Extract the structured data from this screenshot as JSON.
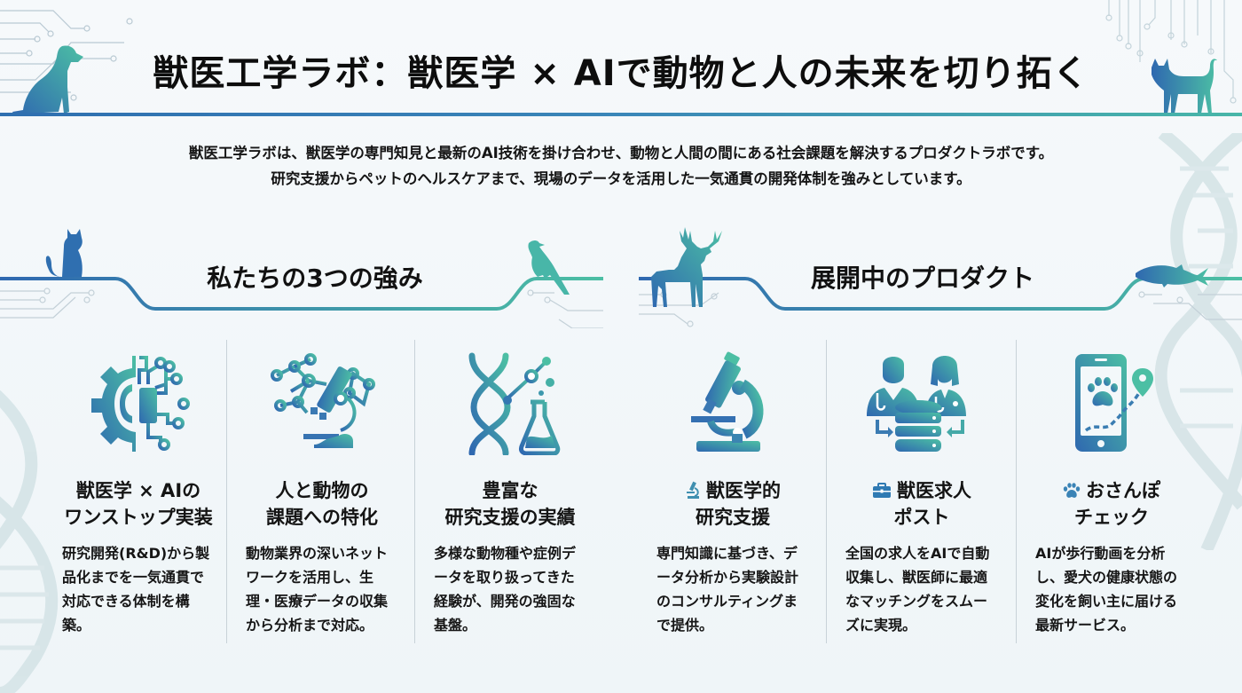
{
  "header": {
    "title": "獣医工学ラボ：獣医学 × AIで動物と人の未来を切り拓く",
    "intro_line1": "獣医工学ラボは、獣医学の専門知見と最新のAI技術を掛け合わせ、動物と人間の間にある社会課題を解決するプロダクトラボです。",
    "intro_line2": "研究支援からペットのヘルスケアまで、現場のデータを活用した一気通貫の開発体制を強みとしています。"
  },
  "colors": {
    "accent_blue": "#2f6fb0",
    "accent_teal": "#48b6a8",
    "text": "#111111",
    "divider": "#c8d2d8"
  },
  "strengths": {
    "title": "私たちの3つの強み",
    "banner_icons": [
      "cat-silhouette",
      "bird-silhouette"
    ],
    "items": [
      {
        "icon": "gear-circuit-icon",
        "title_line1": "獣医学 × AIの",
        "title_line2": "ワンストップ実装",
        "body": "研究開発(R&D)から製品化までを一気通貫で対応できる体制を構築。"
      },
      {
        "icon": "microscope-network-icon",
        "title_line1": "人と動物の",
        "title_line2": "課題への特化",
        "body": "動物業界の深いネットワークを活用し、生理・医療データの収集から分析まで対応。"
      },
      {
        "icon": "dna-flask-icon",
        "title_line1": "豊富な",
        "title_line2": "研究支援の実績",
        "body": "多様な動物種や症例データを取り扱ってきた経験が、開発の強固な基盤。"
      }
    ]
  },
  "products": {
    "title": "展開中のプロダクト",
    "banner_icons": [
      "deer-silhouette",
      "fish-silhouette"
    ],
    "items": [
      {
        "icon": "microscope-icon",
        "title_icon": "microscope-small-icon",
        "title_line1": "獣医学的",
        "title_line2": "研究支援",
        "body": "専門知識に基づき、データ分析から実験設計のコンサルティングまで提供。"
      },
      {
        "icon": "doctors-database-icon",
        "title_icon": "briefcase-icon",
        "title_line1": "獣医求人",
        "title_line2": "ポスト",
        "body": "全国の求人をAIで自動収集し、獣医師に最適なマッチングをスムーズに実現。"
      },
      {
        "icon": "phone-paw-map-icon",
        "title_icon": "paw-icon",
        "title_line1": "おさんぽ",
        "title_line2": "チェック",
        "body": "AIが歩行動画を分析し、愛犬の健康状態の変化を飼い主に届ける最新サービス。"
      }
    ]
  }
}
